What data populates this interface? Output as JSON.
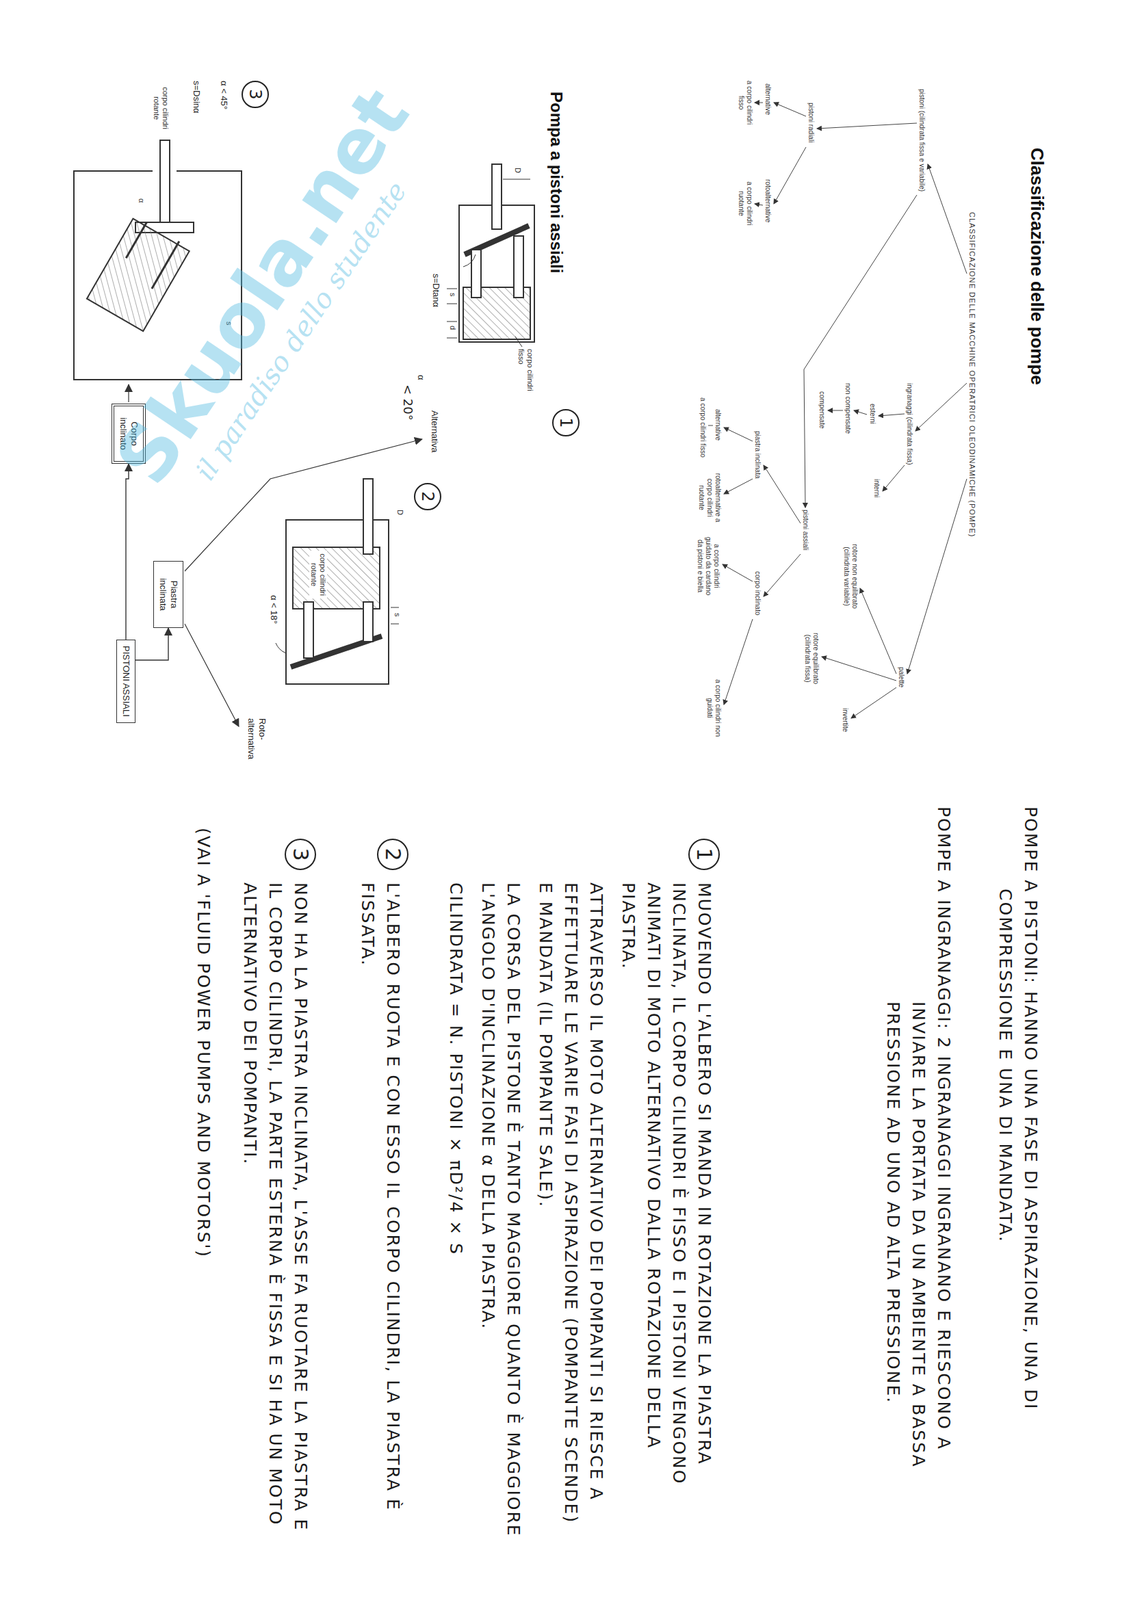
{
  "diagram": {
    "title": "Classificazione delle pompe",
    "nodes": [
      {
        "text": [
          "1"
        ]
      },
      {
        "text": [
          "2"
        ]
      },
      {
        "text": [
          "3"
        ]
      },
      {
        "text": [
          "Piastra inclinata"
        ]
      },
      {
        "text": [
          "PISTONI ASSIALI"
        ]
      },
      {
        "text": [
          "Corpo inclinato"
        ]
      },
      {
        "text": [
          "1"
        ]
      },
      {
        "text": [
          "2"
        ]
      },
      {
        "text": [
          "3"
        ]
      }
    ],
    "edges": [
      {
        "from": 4,
        "to": 3,
        "arrow": "to"
      },
      {
        "from": 4,
        "to": 5,
        "arrow": "to"
      }
    ],
    "labels": [
      "CLASSIFICAZIONE DELLE MACCHINE OPERATRICI OLEODINAMICHE (POMPE)",
      "pistoni (cilindrata fissa e variabile)",
      "ingranaggi (cilindrata fissa)",
      "palette",
      "pistoni radiali",
      "esterni",
      "interni",
      "non compensate",
      "compensate",
      "rotore non equilibrato (cilindrata variabile)",
      "rotore equilibrato (cilindrata fissa)",
      "invertite",
      "pistoni assiali",
      "alternative",
      "rotoalternative",
      "a corpo cilindri fisso",
      "a corpo cilindri ruotante",
      "piastra inclinata",
      "corpo inclinato",
      "alternative",
      "a corpo cilindri fisso",
      "rotoalternative a corpo cilindri ruotante",
      "a corpo cilindri guidato da cardano da pistoni e biella",
      "a corpo cilindri non guidati",
      "Pompa a pistoni assiali",
      "corpo cilindri fisso",
      "D",
      "s",
      "d",
      "α",
      "< 20°",
      "s=Dtanα",
      "Alternativa",
      "D",
      "s",
      "corpo cilindri rotante",
      "α < 18°",
      "Roto- alternativa",
      "α < 45°",
      "s=Dsinα",
      "corpo cilindri rotante",
      "s",
      "α",
      "POMPE A PISTONI: HANNO UNA FASE DI ASPIRAZIONE, UNA DI COMPRESSIONE E UNA DI MANDATA.",
      "POMPE A INGRANAGGI: 2 INGRANAGGI INGRANANO E RIESCONO A INVIARE LA PORTATA DA UN AMBIENTE A BASSA PRESSIONE AD UNO AD ALTA PRESSIONE.",
      "MUOVENDO L'ALBERO SI MANDA IN ROTAZIONE LA PIASTRA INCLINATA, IL CORPO CILINDRI È FISSO E I PISTONI VENGONO ANIMATI DI MOTO ALTERNATIVO DALLA ROTAZIONE DELLA PIASTRA.",
      "ATTRAVERSO IL MOTO ALTERNATIVO DEI POMPANTI SI RIESCE A EFFETTUARE LE VARIE FASI DI ASPIRAZIONE (POMPANTE SCENDE) E MANDATA (IL POMPANTE SALE).",
      "LA CORSA DEL PISTONE È TANTO MAGGIORE QUANTO È MAGGIORE L'ANGOLO D'INCLINAZIONE α DELLA PIASTRA.",
      "CILINDRATA = N. PISTONI × πD²/4 × S",
      "L'ALBERO RUOTA E CON ESSO IL CORPO CILINDRI, LA PIASTRA È FISSATA.",
      "NON HA LA PIASTRA INCLINATA, L'ASSE FA RUOTARE LA PIASTRA E IL CORPO CILINDRI, LA PARTE ESTERNA È FISSA E SI HA UN MOTO ALTERNATIVO DEI POMPANTI.",
      "(VAI A 'FLUID POWER PUMPS AND MOTORS')",
      "Skuola.net",
      "il paradiso dello studente"
    ]
  }
}
